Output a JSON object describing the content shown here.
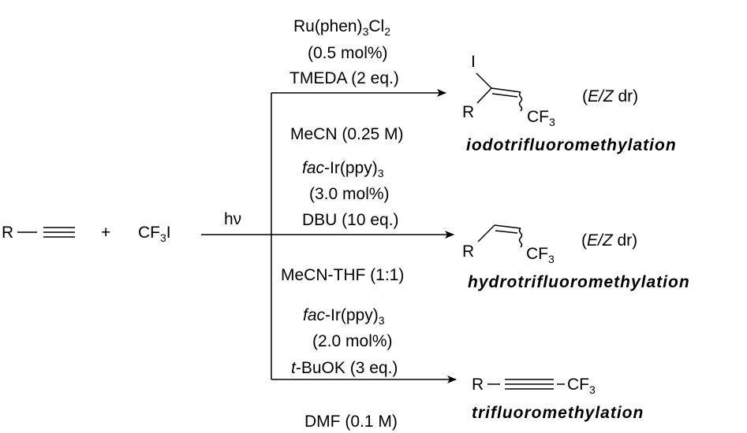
{
  "reactants": {
    "alkyne": {
      "r": "R"
    },
    "plus": "+",
    "reagent": {
      "base": "CF",
      "sub": "3",
      "tail": "I"
    },
    "light": "hν"
  },
  "path1": {
    "catalyst": {
      "base": "Ru(phen)",
      "sub": "3",
      "tail": "Cl",
      "sub2": "2"
    },
    "loading": "(0.5 mol%)",
    "additive": "TMEDA (2 eq.)",
    "solvent": "MeCN (0.25 M)",
    "product": {
      "halogen": "I",
      "r": "R",
      "cf3_base": "CF",
      "cf3_sub": "3"
    },
    "dr": {
      "open": "(",
      "iso": "E/Z",
      "tail": " dr)"
    },
    "name": "iodotrifluoromethylation"
  },
  "path2": {
    "catalyst": {
      "prefix": "fac",
      "base": "-Ir(ppy)",
      "sub": "3"
    },
    "loading": "(3.0 mol%)",
    "additive": "DBU (10 eq.)",
    "solvent": "MeCN-THF (1:1)",
    "product": {
      "r": "R",
      "cf3_base": "CF",
      "cf3_sub": "3"
    },
    "dr": {
      "open": "(",
      "iso": "E/Z",
      "tail": " dr)"
    },
    "name": "hydrotrifluoromethylation"
  },
  "path3": {
    "catalyst": {
      "prefix": "fac",
      "base": "-Ir(ppy)",
      "sub": "3"
    },
    "loading": "(2.0 mol%)",
    "additive": {
      "prefix": "t",
      "tail": "-BuOK (3 eq.)"
    },
    "solvent": "DMF (0.1 M)",
    "product": {
      "r": "R",
      "cf3_base": "CF",
      "cf3_sub": "3"
    },
    "name": "trifluoromethylation"
  }
}
